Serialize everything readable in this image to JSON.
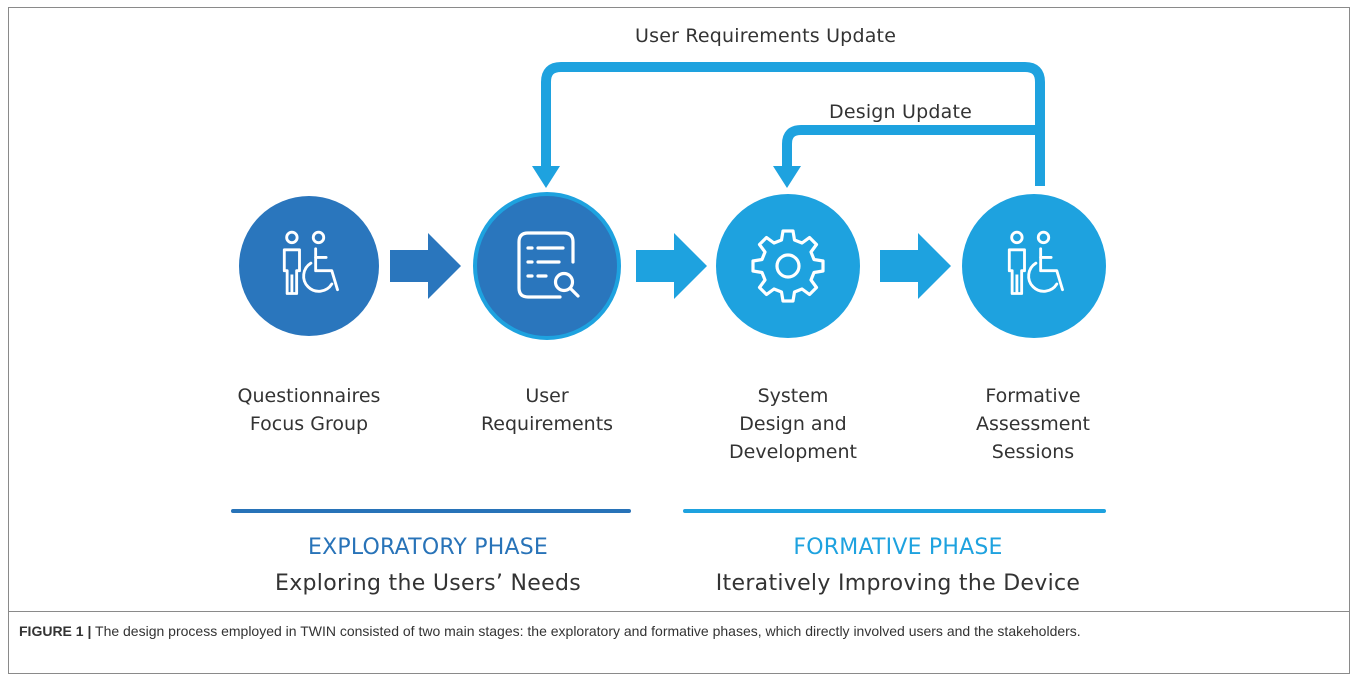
{
  "loops": {
    "outer_label": "User Requirements Update",
    "inner_label": "Design Update"
  },
  "nodes": [
    {
      "label": "Questionnaires\nFocus Group",
      "icon": "people-with-wheelchair-user-icon"
    },
    {
      "label": "User\nRequirements",
      "icon": "checklist-search-icon"
    },
    {
      "label": "System\nDesign and\nDevelopment",
      "icon": "gear-icon"
    },
    {
      "label": "Formative\nAssessment\nSessions",
      "icon": "people-with-wheelchair-user-icon"
    }
  ],
  "phases": [
    {
      "title": "EXPLORATORY PHASE",
      "subtitle": "Exploring the Users’ Needs",
      "color": "#2873b8"
    },
    {
      "title": "FORMATIVE PHASE",
      "subtitle": "Iteratively Improving the Device",
      "color": "#1ea2df"
    }
  ],
  "colors": {
    "dark_blue": "#2a76bd",
    "light_blue": "#1ea2df",
    "text": "#333333"
  },
  "caption": {
    "label": "FIGURE 1 |",
    "text": " The design process employed in TWIN consisted of two main stages: the exploratory and formative phases, which directly involved users and the stakeholders."
  }
}
